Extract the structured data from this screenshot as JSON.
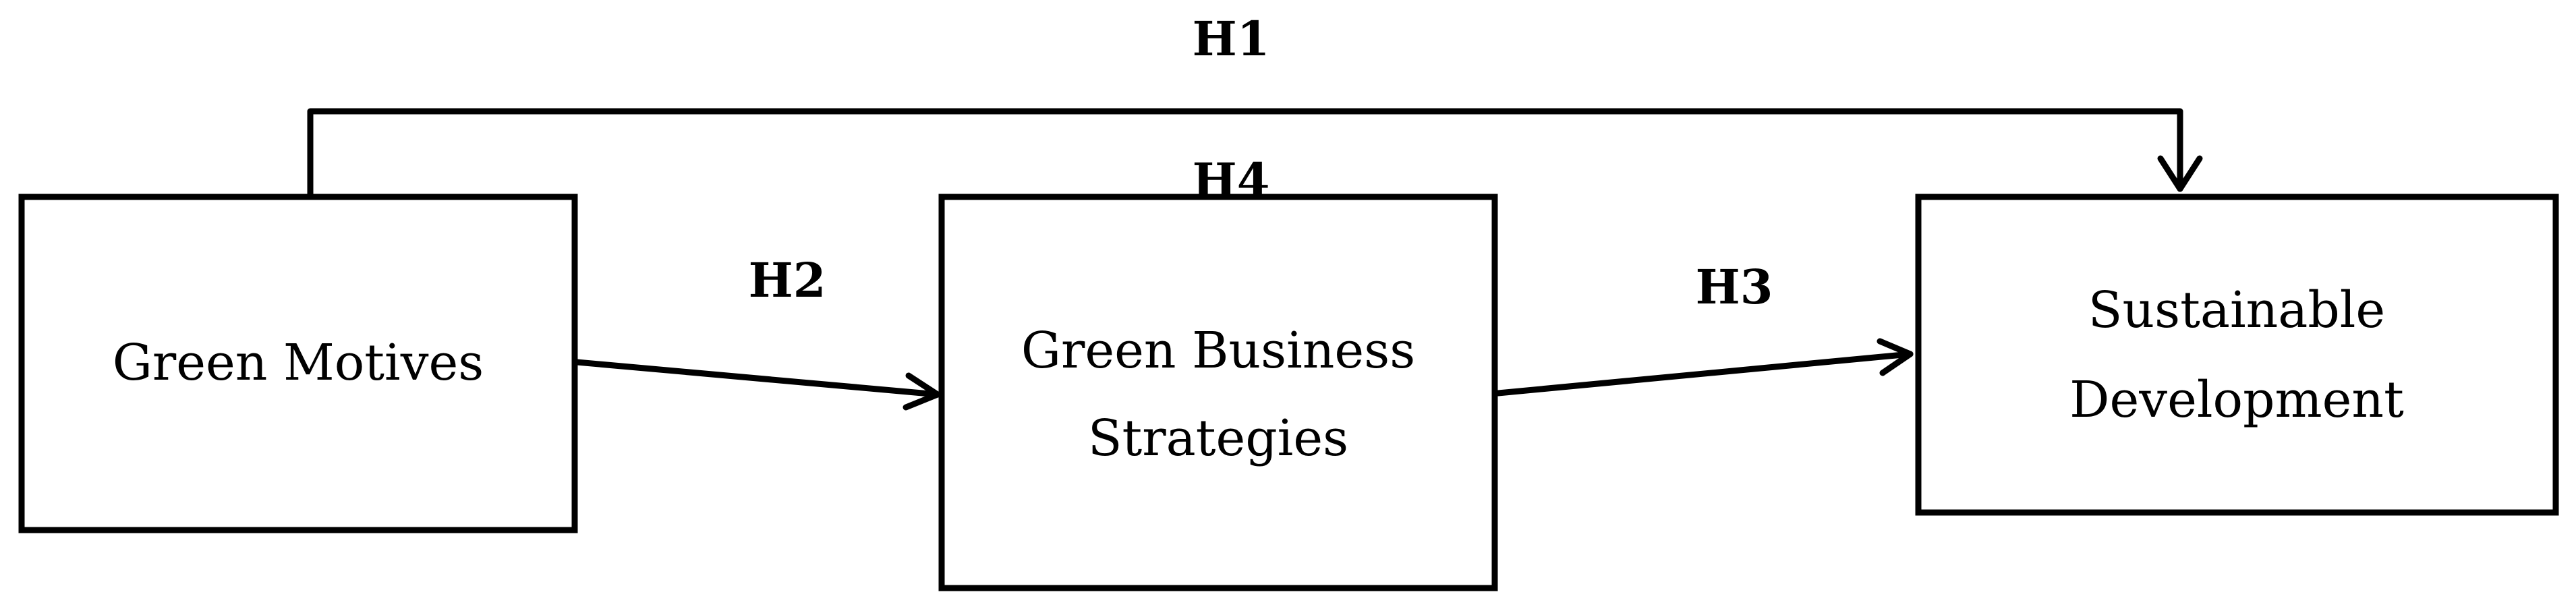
{
  "diagram": {
    "nodes": {
      "green_motives": {
        "lines": [
          "Green Motives"
        ]
      },
      "green_business_strategies": {
        "lines": [
          "Green Business",
          "Strategies"
        ]
      },
      "sustainable_development": {
        "lines": [
          "Sustainable",
          "Development"
        ]
      }
    },
    "hypotheses": {
      "h1": "H1",
      "h2": "H2",
      "h3": "H3",
      "h4": "H4"
    },
    "edges": [
      {
        "from": "green_motives",
        "to": "sustainable_development",
        "label": "H1"
      },
      {
        "from": "green_motives",
        "to": "green_business_strategies",
        "label": "H2"
      },
      {
        "from": "green_business_strategies",
        "to": "sustainable_development",
        "label": "H3"
      }
    ]
  }
}
